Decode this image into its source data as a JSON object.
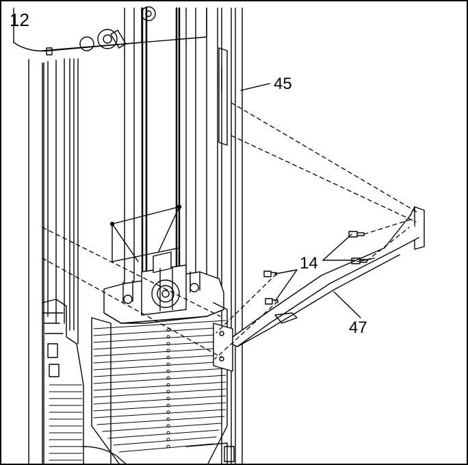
{
  "step_number": "12",
  "callouts": {
    "upright": "45",
    "screws": "14",
    "brace": "47"
  },
  "colors": {
    "line": "#000000",
    "background": "#ffffff",
    "shade": "#e6e6e6"
  }
}
